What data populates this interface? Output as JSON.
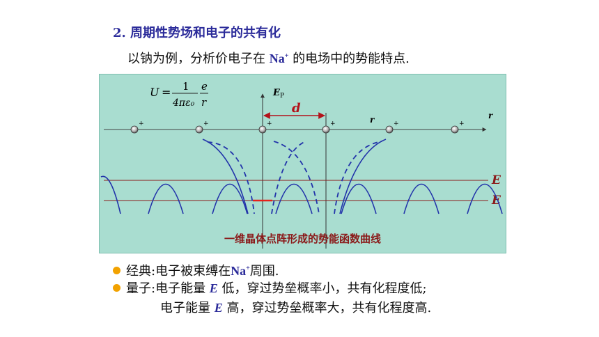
{
  "heading": "2. 周期性势场和电子的共有化",
  "intro": {
    "before": "以钠为例，分析价电子在 ",
    "na": "Na",
    "sup": "+",
    "after": " 的电场中的势能特点."
  },
  "figure": {
    "formula_u": "U",
    "formula_eq": "=",
    "formula_num": "1",
    "formula_den": "4πε₀",
    "formula_e": "e",
    "formula_r": "r",
    "ep_label": "E",
    "ep_sub": "P",
    "d_label": "d",
    "r_label_1": "r",
    "r_label_2": "r",
    "e_label_upper": "E",
    "e_label_lower": "E",
    "ion_charge": "+",
    "caption": "一维晶体点阵形成的势能函数曲线"
  },
  "bullets": [
    {
      "label": "经典:电子被束缚在",
      "na": "Na",
      "sup": "+",
      "after": "周围."
    },
    {
      "label": "量子:电子能量 ",
      "em": "E",
      "after": " 低，穿过势垒概率小，共有化程度低;"
    },
    {
      "label": "电子能量 ",
      "em": "E",
      "after": " 高，穿过势垒概率大，共有化程度高."
    }
  ],
  "colors": {
    "panel_bg": "#a9ddd0",
    "curve": "#2233aa",
    "energy_line": "#8b1a1a",
    "bullet": "#f2a200",
    "heading": "#2b2b9a"
  }
}
